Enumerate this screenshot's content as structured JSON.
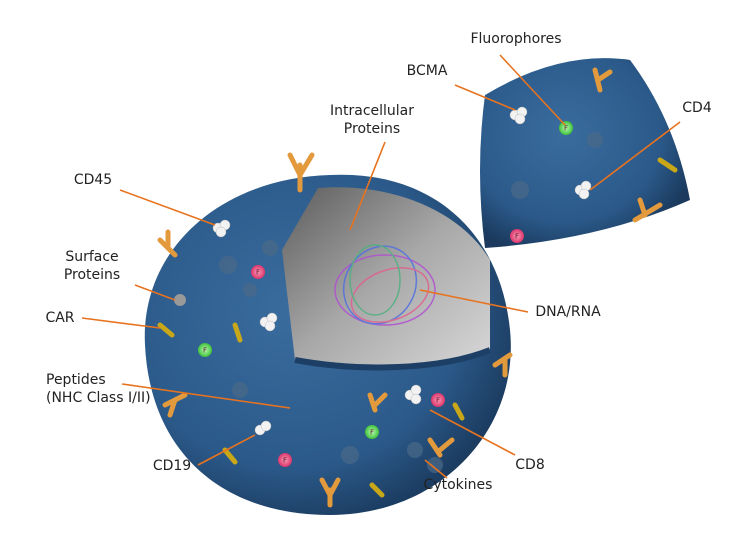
{
  "labels": {
    "fluorophores": "Fluorophores",
    "bcma": "BCMA",
    "cd4": "CD4",
    "intracellular_1": "Intracellular",
    "intracellular_2": "Proteins",
    "cd45": "CD45",
    "surface_1": "Surface",
    "surface_2": "Proteins",
    "car": "CAR",
    "dna_rna": "DNA/RNA",
    "peptides_1": "Peptides",
    "peptides_2": "(NHC Class I/II)",
    "cd19": "CD19",
    "cd8": "CD8",
    "cytokines": "Cytokines"
  },
  "marker_letter": "F",
  "colors": {
    "cell": "#2b5a8a",
    "cell_dark": "#1d3f66",
    "leader_line": "#e8731f",
    "antibody": "#e39a3c",
    "fluorophore_green": "#5ee05a",
    "fluorophore_pink": "#e8457a",
    "cutaway": "#9a9a9a"
  }
}
